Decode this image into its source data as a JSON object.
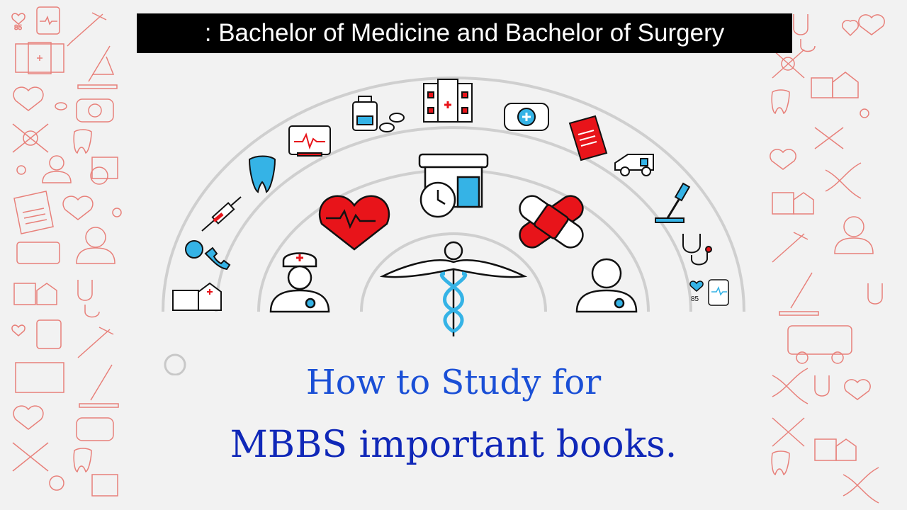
{
  "banner": {
    "text": ": Bachelor of Medicine and Bachelor of Surgery"
  },
  "heading": {
    "line1": "How to Study for",
    "line2": "MBBS important books."
  },
  "icons": {
    "heart_rate_value": "85",
    "arc_icons": [
      "hospital-building-icon",
      "phone-icon",
      "syringe-icon",
      "tooth-icon",
      "ecg-monitor-icon",
      "medicine-bottle-icon",
      "pills-icon",
      "hospital-icon",
      "first-aid-kit-icon",
      "clipboard-icon",
      "ambulance-icon",
      "microscope-icon",
      "stethoscope-icon",
      "heart-rate-icon"
    ],
    "center_icons": [
      "heart-icon",
      "specimen-jar-clock-icon",
      "bandage-icon",
      "nurse-icon",
      "caduceus-icon",
      "doctor-icon"
    ]
  },
  "colors": {
    "banner_bg": "#000000",
    "banner_text": "#ffffff",
    "heading_line1": "#1a4fd6",
    "heading_line2": "#1028b8",
    "pattern": "#e8807a",
    "accent_red": "#e8141a",
    "accent_blue": "#35b3e6",
    "background": "#f2f2f2"
  }
}
